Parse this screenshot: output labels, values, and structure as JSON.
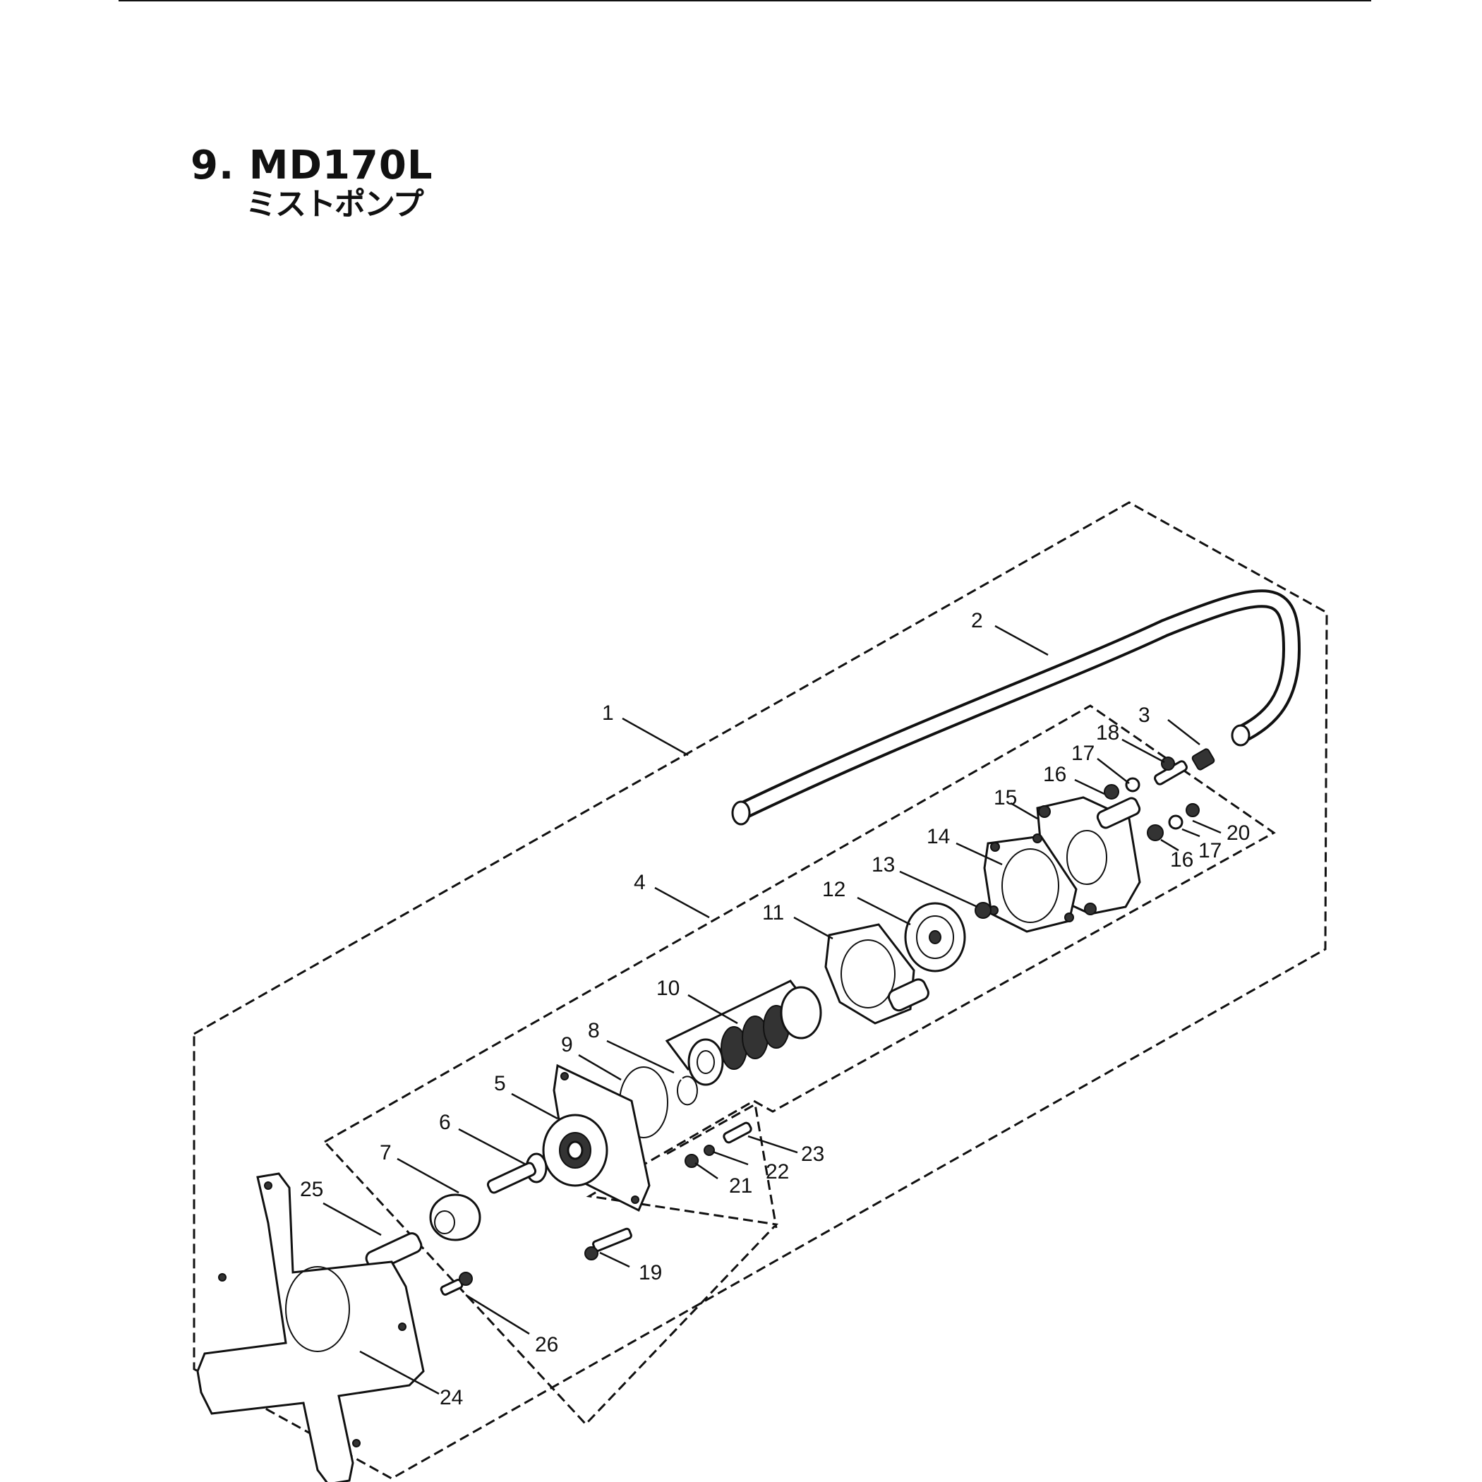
{
  "header": {
    "title": "9. MD170L",
    "subtitle": "ミストポンプ"
  },
  "callouts": [
    "1",
    "2",
    "3",
    "4",
    "5",
    "6",
    "7",
    "8",
    "9",
    "10",
    "11",
    "12",
    "13",
    "14",
    "15",
    "16",
    "17",
    "18",
    "19",
    "20",
    "21",
    "22",
    "23",
    "24",
    "25",
    "26"
  ],
  "callouts_repeat": {
    "c16b": "16",
    "c17b": "17"
  }
}
